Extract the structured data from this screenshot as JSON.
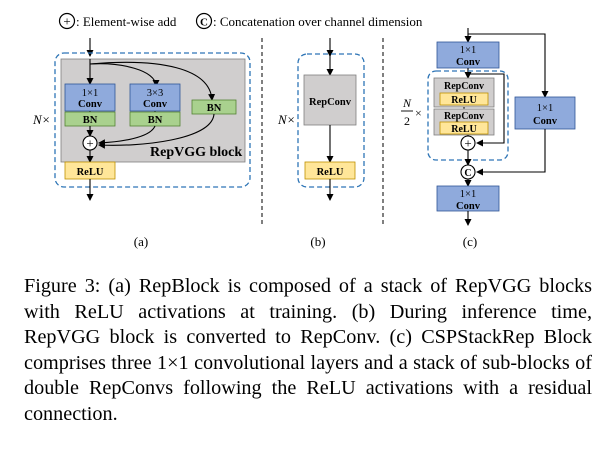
{
  "legend": {
    "add_symbol": "+",
    "add_label": ": Element-wise add",
    "concat_symbol": "C",
    "concat_label": ": Concatenation over channel dimension"
  },
  "panel_a": {
    "repeat": "N×",
    "conv1_line1": "1×1",
    "conv1_line2": "Conv",
    "conv3_line1": "3×3",
    "conv3_line2": "Conv",
    "bn1": "BN",
    "bn2": "BN",
    "bn3": "BN",
    "add": "+",
    "block_label": "RepVGG block",
    "relu": "ReLU",
    "label": "(a)"
  },
  "panel_b": {
    "repeat": "N×",
    "repconv": "RepConv",
    "relu": "ReLU",
    "label": "(b)"
  },
  "panel_c": {
    "repeat_num": "N",
    "repeat_den": "2",
    "repeat_times": "×",
    "top_conv_line1": "1×1",
    "top_conv_line2": "Conv",
    "repconv1": "RepConv",
    "relu1": "ReLU",
    "repconv2": "RepConv",
    "relu2": "ReLU",
    "add": "+",
    "side_conv_line1": "1×1",
    "side_conv_line2": "Conv",
    "concat": "C",
    "bottom_conv_line1": "1×1",
    "bottom_conv_line2": "Conv",
    "label": "(c)"
  },
  "caption": "Figure 3: (a) RepBlock is composed of a stack of RepVGG blocks with ReLU activations at training. (b) During inference time, RepVGG block is converted to RepConv. (c) CSPStackRep Block comprises three 1×1 convolutional layers and a stack of sub-blocks of double RepConvs following the ReLU activations with a residual connection.",
  "colors": {
    "conv_blue": "#8faadc",
    "bn_green": "#a9d18e",
    "relu_yellow": "#ffe699",
    "gray_block": "#d0cece",
    "dash_blue": "#2e75b6"
  }
}
